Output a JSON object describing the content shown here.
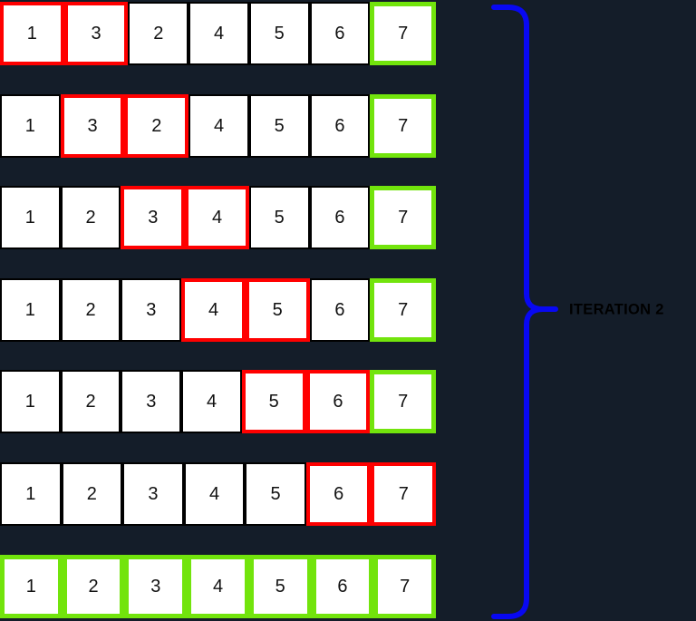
{
  "diagram": {
    "name": "bubble-sort-iteration-2",
    "label": "ITERATION 2",
    "array_length": 7,
    "states_legend": {
      "compare": "pair currently being compared (red border)",
      "sorted": "element in final sorted position (green border)",
      "normal": "unsorted element (black border)"
    },
    "rows": [
      {
        "cells": [
          {
            "value": "1",
            "state": "compare"
          },
          {
            "value": "3",
            "state": "compare"
          },
          {
            "value": "2",
            "state": "normal"
          },
          {
            "value": "4",
            "state": "normal"
          },
          {
            "value": "5",
            "state": "normal"
          },
          {
            "value": "6",
            "state": "normal"
          },
          {
            "value": "7",
            "state": "sorted"
          }
        ]
      },
      {
        "cells": [
          {
            "value": "1",
            "state": "normal"
          },
          {
            "value": "3",
            "state": "compare"
          },
          {
            "value": "2",
            "state": "compare"
          },
          {
            "value": "4",
            "state": "normal"
          },
          {
            "value": "5",
            "state": "normal"
          },
          {
            "value": "6",
            "state": "normal"
          },
          {
            "value": "7",
            "state": "sorted"
          }
        ]
      },
      {
        "cells": [
          {
            "value": "1",
            "state": "normal"
          },
          {
            "value": "2",
            "state": "normal"
          },
          {
            "value": "3",
            "state": "compare"
          },
          {
            "value": "4",
            "state": "compare"
          },
          {
            "value": "5",
            "state": "normal"
          },
          {
            "value": "6",
            "state": "normal"
          },
          {
            "value": "7",
            "state": "sorted"
          }
        ]
      },
      {
        "cells": [
          {
            "value": "1",
            "state": "normal"
          },
          {
            "value": "2",
            "state": "normal"
          },
          {
            "value": "3",
            "state": "normal"
          },
          {
            "value": "4",
            "state": "compare"
          },
          {
            "value": "5",
            "state": "compare"
          },
          {
            "value": "6",
            "state": "normal"
          },
          {
            "value": "7",
            "state": "sorted"
          }
        ]
      },
      {
        "cells": [
          {
            "value": "1",
            "state": "normal"
          },
          {
            "value": "2",
            "state": "normal"
          },
          {
            "value": "3",
            "state": "normal"
          },
          {
            "value": "4",
            "state": "normal"
          },
          {
            "value": "5",
            "state": "compare"
          },
          {
            "value": "6",
            "state": "compare"
          },
          {
            "value": "7",
            "state": "sorted"
          }
        ]
      },
      {
        "cells": [
          {
            "value": "1",
            "state": "normal"
          },
          {
            "value": "2",
            "state": "normal"
          },
          {
            "value": "3",
            "state": "normal"
          },
          {
            "value": "4",
            "state": "normal"
          },
          {
            "value": "5",
            "state": "normal"
          },
          {
            "value": "6",
            "state": "compare"
          },
          {
            "value": "7",
            "state": "compare"
          }
        ]
      },
      {
        "cells": [
          {
            "value": "1",
            "state": "sorted"
          },
          {
            "value": "2",
            "state": "sorted"
          },
          {
            "value": "3",
            "state": "sorted"
          },
          {
            "value": "4",
            "state": "sorted"
          },
          {
            "value": "5",
            "state": "sorted"
          },
          {
            "value": "6",
            "state": "sorted"
          },
          {
            "value": "7",
            "state": "sorted"
          }
        ]
      }
    ],
    "row_tops": [
      2,
      104,
      205,
      307,
      408,
      510,
      612
    ]
  },
  "colors": {
    "background": "#141d29",
    "cell_fill": "#ffffff",
    "normal_border": "#000000",
    "compare_border": "#ff0000",
    "sorted_border": "#72e40c",
    "brace": "#0808f2",
    "label_text": "#000000"
  }
}
